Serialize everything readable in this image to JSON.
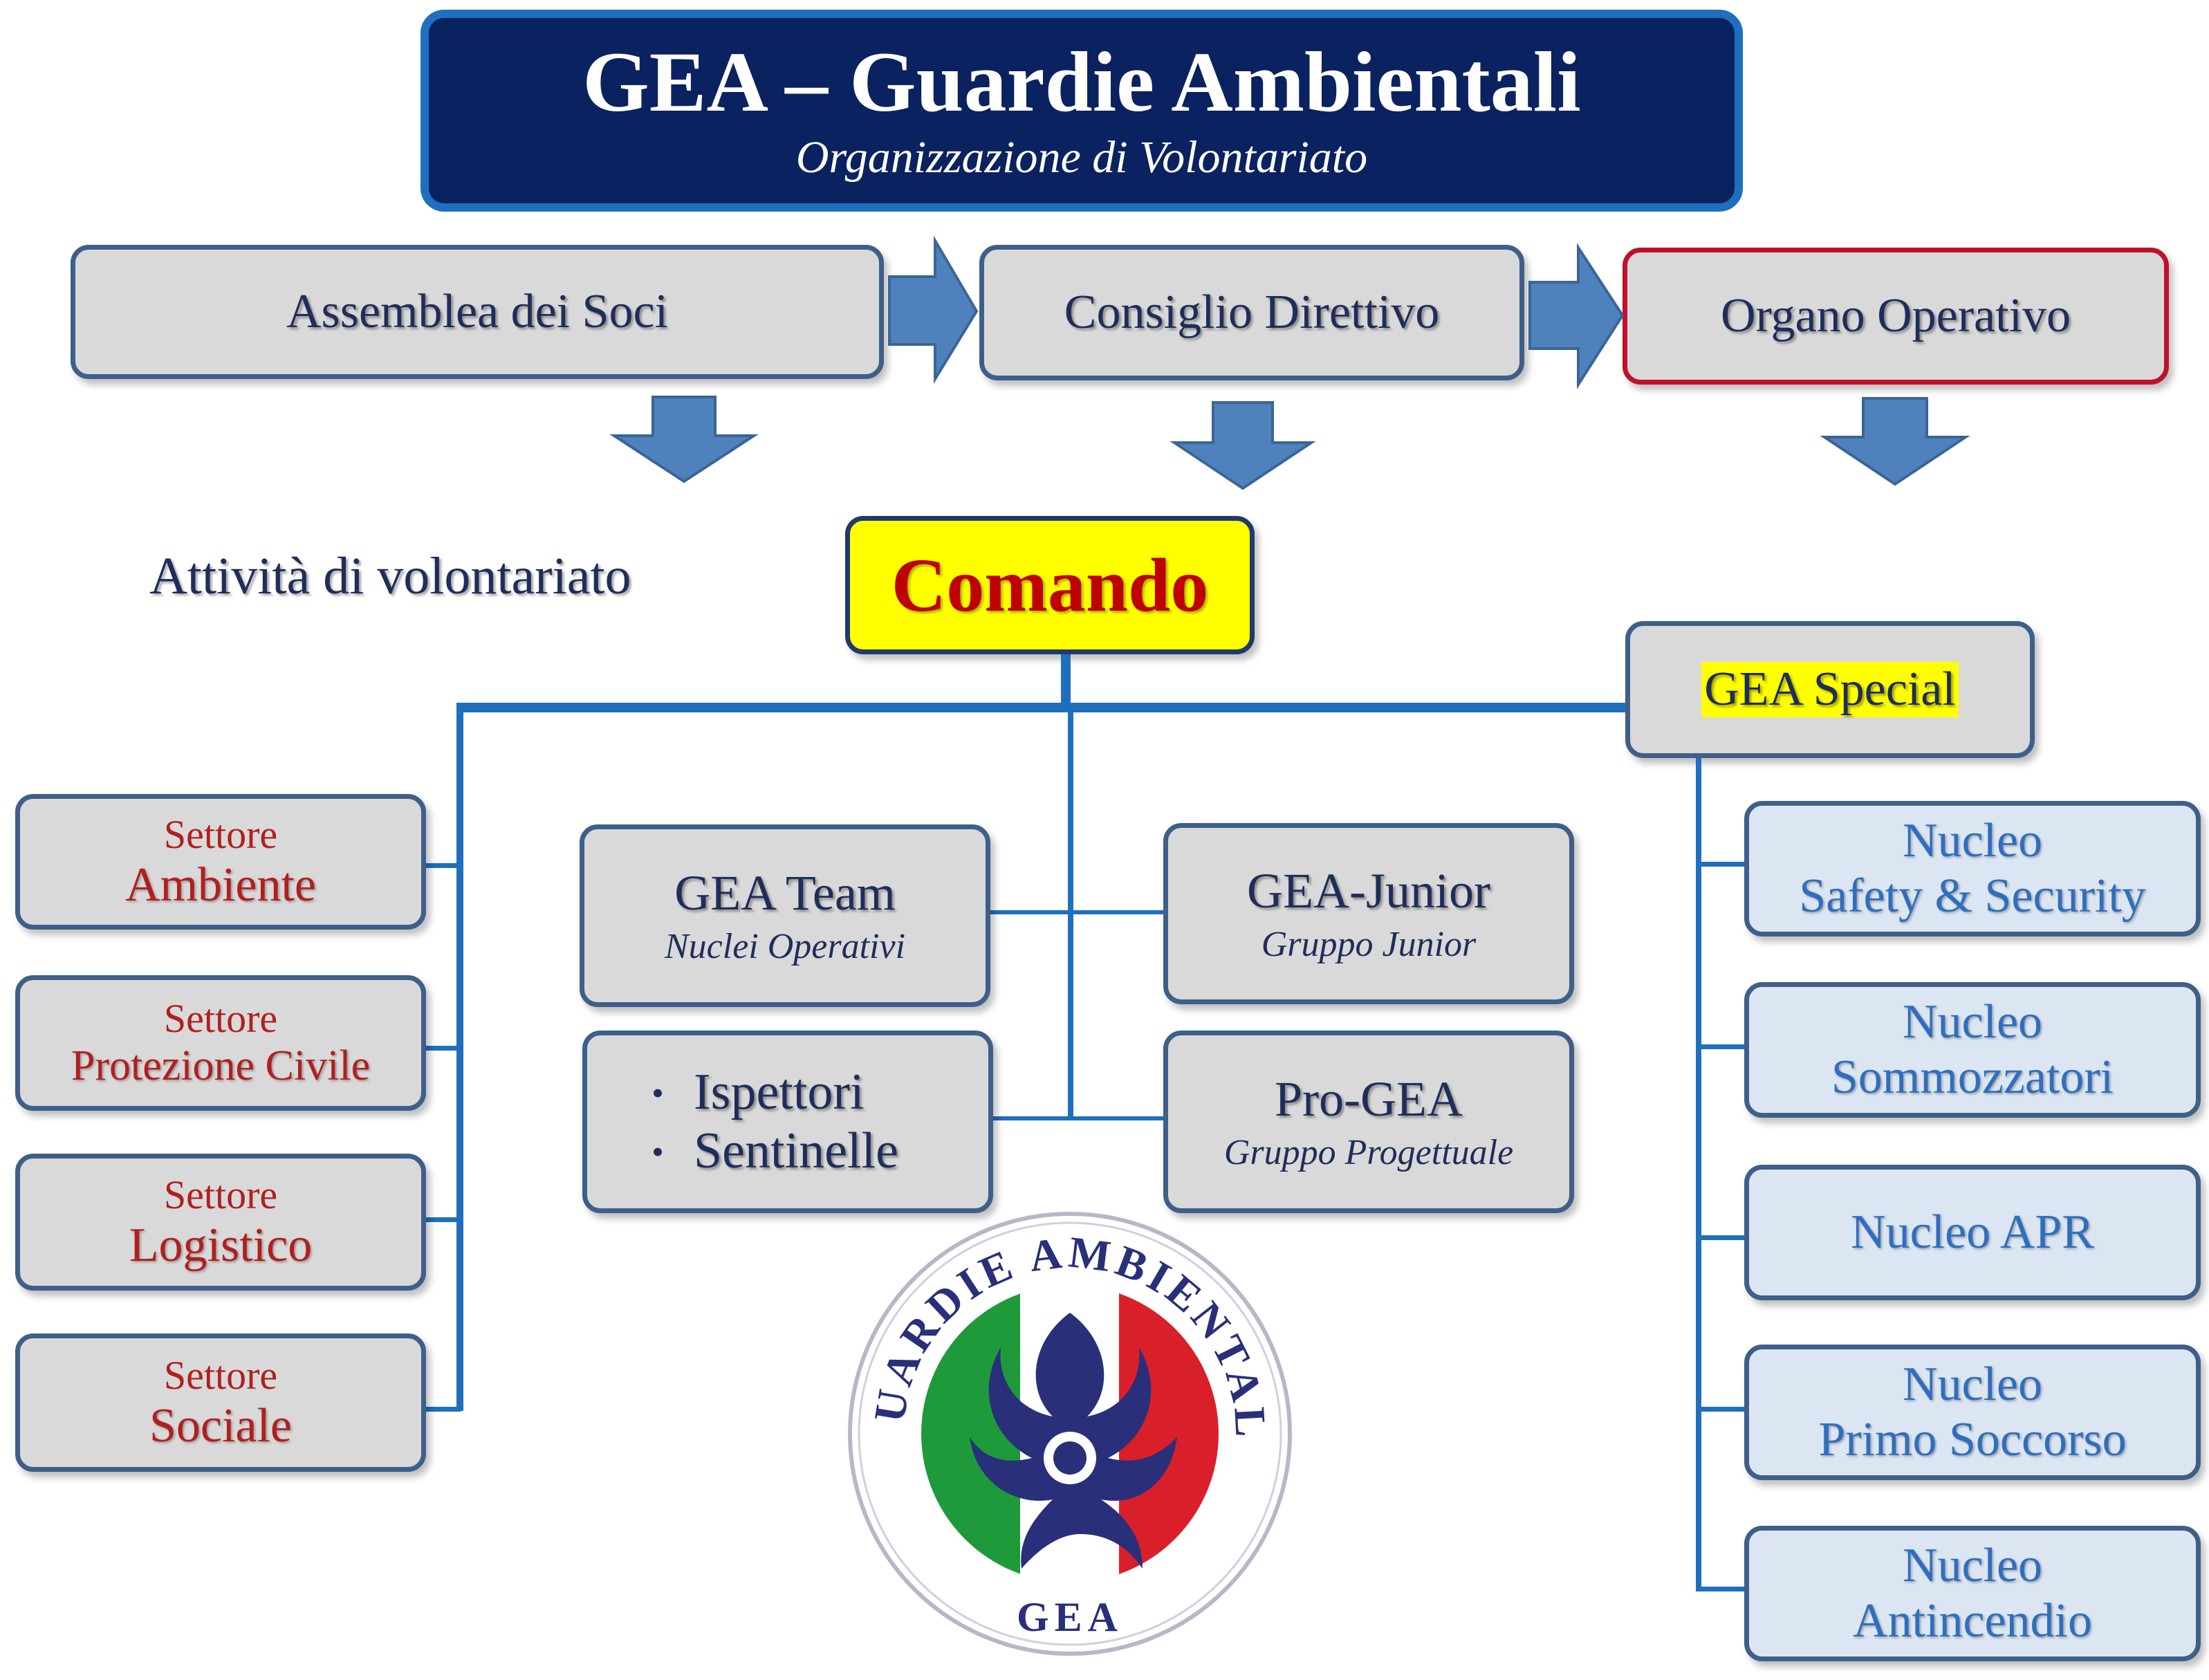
{
  "header": {
    "title": "GEA – Guardie Ambientali",
    "subtitle": "Organizzazione di Volontariato"
  },
  "governance": {
    "assembly": "Assemblea dei Soci",
    "council": "Consiglio Direttivo",
    "operative": "Organo Operativo"
  },
  "activity_label": "Attività di volontariato",
  "command": "Comando",
  "special": "GEA Special",
  "sectors": [
    {
      "prefix": "Settore",
      "name": "Ambiente"
    },
    {
      "prefix": "Settore",
      "name": "Protezione Civile"
    },
    {
      "prefix": "Settore",
      "name": "Logistico"
    },
    {
      "prefix": "Settore",
      "name": "Sociale"
    }
  ],
  "center": {
    "team": {
      "title": "GEA Team",
      "subtitle": "Nuclei Operativi"
    },
    "junior": {
      "title": "GEA-Junior",
      "subtitle": "Gruppo Junior"
    },
    "list": [
      "Ispettori",
      "Sentinelle"
    ],
    "progea": {
      "title": "Pro-GEA",
      "subtitle": "Gruppo Progettuale"
    }
  },
  "nuclei": [
    {
      "line1": "Nucleo",
      "line2": "Safety & Security"
    },
    {
      "line1": "Nucleo",
      "line2": "Sommozzatori"
    },
    {
      "line1": "Nucleo APR",
      "line2": ""
    },
    {
      "line1": "Nucleo",
      "line2": "Primo Soccorso"
    },
    {
      "line1": "Nucleo",
      "line2": "Antincendio"
    }
  ],
  "logo": {
    "ring_text": "GUARDIE AMBIENTALI",
    "bottom_text": "GEA",
    "colors": {
      "green": "#1f9a3a",
      "white": "#ffffff",
      "red": "#d9202a",
      "navy": "#2a2f7a"
    }
  },
  "colors": {
    "header_bg": "#0b2260",
    "header_border": "#1f6fbf",
    "box_fill": "#d9d9d9",
    "box_border": "#3e5f8a",
    "command_fill": "#ffff00",
    "nucleo_fill": "#dce6f2",
    "arrow": "#4f81bd",
    "sector_red": "#b21e1e",
    "connector": "#1f6fbf"
  }
}
